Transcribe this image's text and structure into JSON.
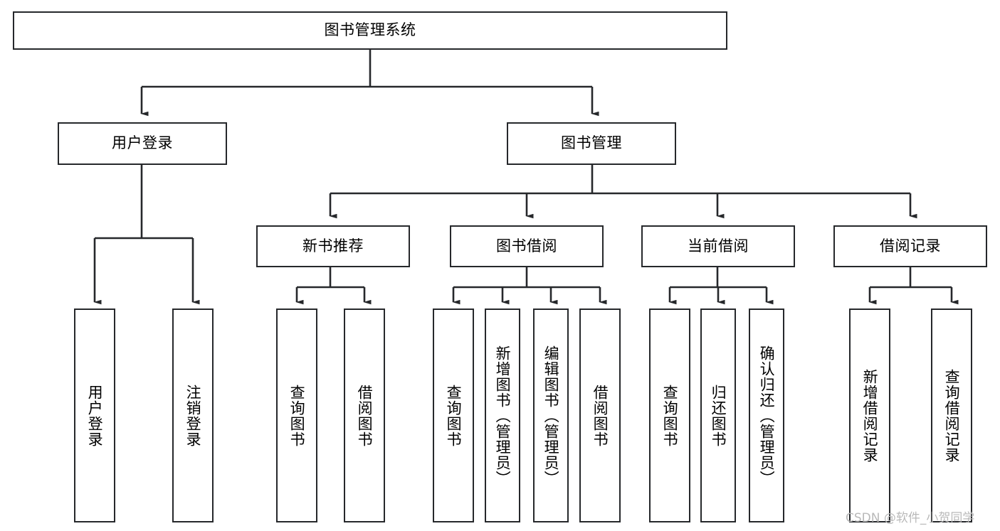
{
  "diagram": {
    "title": "图书管理系统",
    "watermark": "CSDN @软件_小贺同学",
    "line_color": "#26282b",
    "box_fill": "#ffffff",
    "text_color": "#000000",
    "watermark_color": "#b9b9b9",
    "nodes": {
      "root": "图书管理系统",
      "level2": {
        "user_login": "用户登录",
        "book_management": "图书管理"
      },
      "level3": {
        "new_book_recommend": "新书推荐",
        "book_borrow": "图书借阅",
        "current_borrow": "当前借阅",
        "borrow_record": "借阅记录"
      },
      "leaves": {
        "login_user_login": "用户登录",
        "login_logout": "注销登录",
        "recommend_query_book": "查询图书",
        "recommend_borrow_book": "借阅图书",
        "borrow_query_book": "查询图书",
        "borrow_add_book": "新增图书（管理员）",
        "borrow_edit_book": "编辑图书（管理员）",
        "borrow_borrow_book": "借阅图书",
        "current_query_book": "查询图书",
        "current_return_book": "归还图书",
        "current_confirm_return": "确认归还（管理员）",
        "record_add_record": "新增借阅记录",
        "record_query_record": "查询借阅记录"
      }
    }
  }
}
